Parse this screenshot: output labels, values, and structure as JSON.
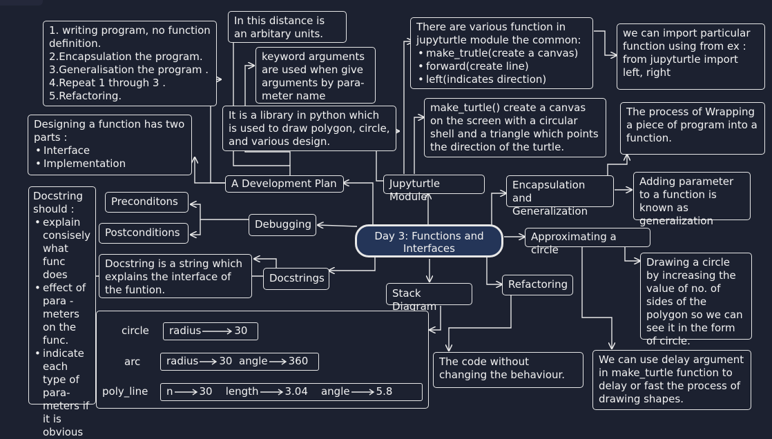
{
  "center": {
    "line1": "Day 3: Functions and",
    "line2": "Interfaces"
  },
  "dev_plan": {
    "label": "A Development Plan",
    "steps": [
      "1. writing program, no function definition.",
      "2.Encapsulation the program.",
      "3.Generalisation the program .",
      "4.Repeat 1 through 3 .",
      "5.Refactoring."
    ],
    "design": {
      "title": "Designing a function has two parts :",
      "items": [
        "Interface",
        "Implementation"
      ]
    }
  },
  "notes": {
    "distance": "In this distance is an arbitary units.",
    "keyword": "keyword arguments are used when give arguments by para- meter name",
    "library": "It is a library in python which is used to draw polygon, circle, and various design."
  },
  "jupyturtle": {
    "label": "Jupyturtle Module",
    "functions_title": "There are various function in jupyturtle module the common:",
    "functions": [
      "make_trutle(create a canvas)",
      "forward(create line)",
      "left(indicates direction)"
    ],
    "import_note": "we can import particular function using from ex : from jupyturtle import left, right",
    "make_turtle": "make_turtle() create a canvas on the screen with a circular shell and a triangle which points the direction of the turtle."
  },
  "encap": {
    "label": "Encapsulation and Generalization",
    "wrapping": "The process of Wrapping a piece of program into a function.",
    "generalization": "Adding parameter to a function is known as generalization"
  },
  "debugging": {
    "label": "Debugging",
    "pre": "Preconditons",
    "post": "Postconditions"
  },
  "docstrings": {
    "label": "Docstrings",
    "definition": "Docstring is a string which explains the interface of the funtion.",
    "should_title": "Docstring should :",
    "should_items": [
      "explain consisely what func does",
      "effect of para - meters on the func.",
      "indicate each type of para- meters if it is obvious"
    ]
  },
  "approx": {
    "label": "Approximating a circle",
    "drawing": "Drawing a circle by increasing the value of no. of sides of the polygon so we can see it in the form of circle.",
    "delay": "We can use delay argument in make_turtle function to delay or fast the process of drawing shapes."
  },
  "refactoring": {
    "label": "Refactoring",
    "note": "The code without changing the behaviour."
  },
  "stack": {
    "label": "Stack Diagram",
    "rows": [
      {
        "name": "circle",
        "params": [
          {
            "k": "radius",
            "v": "30"
          }
        ]
      },
      {
        "name": "arc",
        "params": [
          {
            "k": "radius",
            "v": "30"
          },
          {
            "k": "angle",
            "v": "360"
          }
        ]
      },
      {
        "name": "poly_line",
        "params": [
          {
            "k": "n",
            "v": "30"
          },
          {
            "k": "length",
            "v": "3.04"
          },
          {
            "k": "angle",
            "v": "5.8"
          }
        ]
      }
    ]
  }
}
